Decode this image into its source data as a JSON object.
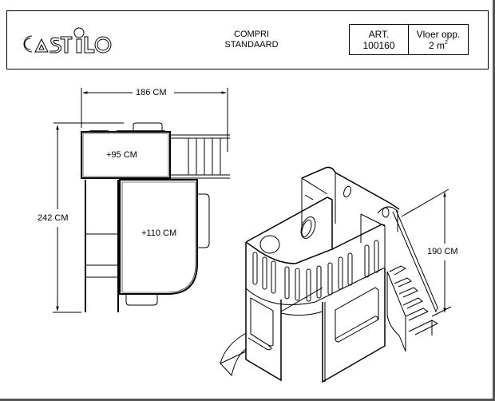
{
  "header": {
    "brand": "CASTILO",
    "product_name": "COMPRI",
    "product_variant": "STANDAARD",
    "article_label": "ART.",
    "article_number": "100160",
    "floor_label": "Vloer opp.",
    "floor_value": "2 m",
    "floor_unit_sup": "2"
  },
  "top_view": {
    "width_dimension": "186 CM",
    "depth_dimension": "242 CM",
    "platform_low_height": "+95 CM",
    "platform_high_height": "+110 CM"
  },
  "iso_view": {
    "height_dimension": "190 CM"
  }
}
